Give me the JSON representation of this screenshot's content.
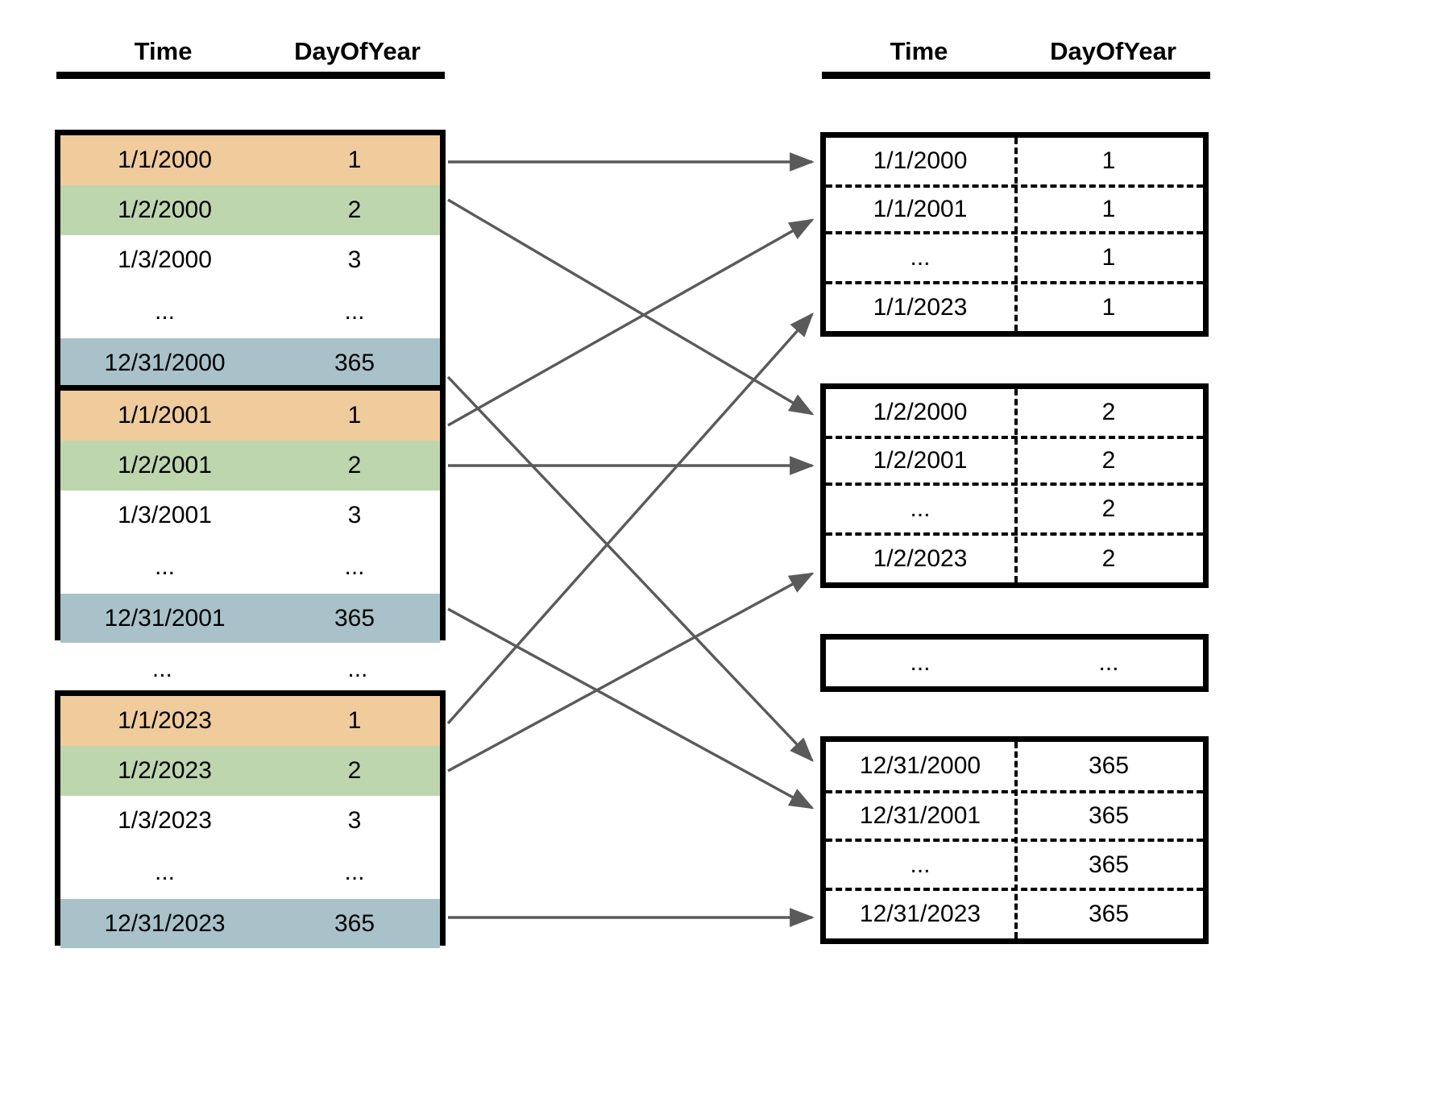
{
  "headers": {
    "left": {
      "time": "Time",
      "dayofyear": "DayOfYear"
    },
    "right": {
      "time": "Time",
      "dayofyear": "DayOfYear"
    }
  },
  "source_tables": [
    {
      "id": "year-2000",
      "rows": [
        {
          "time": "1/1/2000",
          "doy": "1",
          "fill": "orange"
        },
        {
          "time": "1/2/2000",
          "doy": "2",
          "fill": "green"
        },
        {
          "time": "1/3/2000",
          "doy": "3",
          "fill": "white"
        },
        {
          "time": "...",
          "doy": "...",
          "fill": "white"
        },
        {
          "time": "12/31/2000",
          "doy": "365",
          "fill": "blue"
        }
      ]
    },
    {
      "id": "year-2001",
      "rows": [
        {
          "time": "1/1/2001",
          "doy": "1",
          "fill": "orange"
        },
        {
          "time": "1/2/2001",
          "doy": "2",
          "fill": "green"
        },
        {
          "time": "1/3/2001",
          "doy": "3",
          "fill": "white"
        },
        {
          "time": "...",
          "doy": "...",
          "fill": "white"
        },
        {
          "time": "12/31/2001",
          "doy": "365",
          "fill": "blue"
        }
      ]
    },
    {
      "id": "year-2023",
      "rows": [
        {
          "time": "1/1/2023",
          "doy": "1",
          "fill": "orange"
        },
        {
          "time": "1/2/2023",
          "doy": "2",
          "fill": "green"
        },
        {
          "time": "1/3/2023",
          "doy": "3",
          "fill": "white"
        },
        {
          "time": "...",
          "doy": "...",
          "fill": "white"
        },
        {
          "time": "12/31/2023",
          "doy": "365",
          "fill": "blue"
        }
      ]
    }
  ],
  "source_gap": {
    "time": "...",
    "doy": "..."
  },
  "result_tables": [
    {
      "id": "doy-1",
      "fill": "orange",
      "has_column_separator": true,
      "rows": [
        {
          "time": "1/1/2000",
          "doy": "1"
        },
        {
          "time": "1/1/2001",
          "doy": "1"
        },
        {
          "time": "...",
          "doy": "1"
        },
        {
          "time": "1/1/2023",
          "doy": "1"
        }
      ]
    },
    {
      "id": "doy-2",
      "fill": "green",
      "has_column_separator": true,
      "rows": [
        {
          "time": "1/2/2000",
          "doy": "2"
        },
        {
          "time": "1/2/2001",
          "doy": "2"
        },
        {
          "time": "...",
          "doy": "2"
        },
        {
          "time": "1/2/2023",
          "doy": "2"
        }
      ]
    },
    {
      "id": "doy-ellipsis",
      "fill": "white",
      "has_column_separator": false,
      "rows": [
        {
          "time": "...",
          "doy": "..."
        }
      ]
    },
    {
      "id": "doy-365",
      "fill": "blue",
      "has_column_separator": true,
      "rows": [
        {
          "time": "12/31/2000",
          "doy": "365"
        },
        {
          "time": "12/31/2001",
          "doy": "365"
        },
        {
          "time": "...",
          "doy": "365"
        },
        {
          "time": "12/31/2023",
          "doy": "365"
        }
      ]
    }
  ],
  "colors": {
    "orange": "#f0cb9c",
    "green": "#bdd6ae",
    "blue": "#a9c2c9",
    "white": "#ffffff",
    "border": "#000000",
    "arrow": "#5a5a5a"
  },
  "connections": [
    {
      "from": "2000 / 1/1",
      "to": "doy-1"
    },
    {
      "from": "2000 / 1/2",
      "to": "doy-2"
    },
    {
      "from": "2000 / 12/31",
      "to": "doy-365"
    },
    {
      "from": "2001 / 1/1",
      "to": "doy-1"
    },
    {
      "from": "2001 / 1/2",
      "to": "doy-2"
    },
    {
      "from": "2001 / 12/31",
      "to": "doy-365"
    },
    {
      "from": "2023 / 1/1",
      "to": "doy-1"
    },
    {
      "from": "2023 / 1/2",
      "to": "doy-2"
    },
    {
      "from": "2023 / 12/31",
      "to": "doy-365"
    }
  ]
}
